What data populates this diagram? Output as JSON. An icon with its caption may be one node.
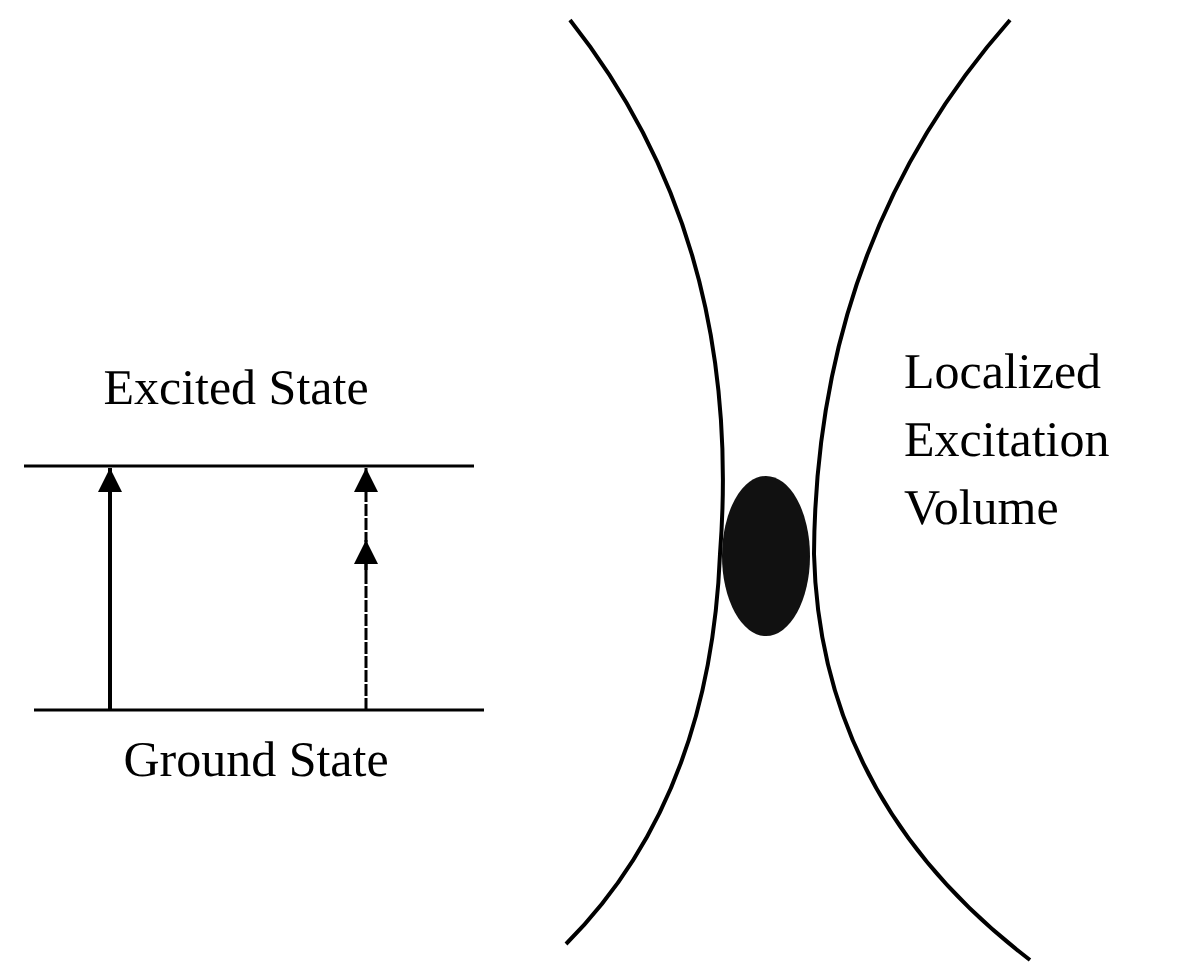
{
  "diagram": {
    "labels": [
      "Excited State",
      "Ground State",
      "Localized Excitation Volume"
    ]
  }
}
